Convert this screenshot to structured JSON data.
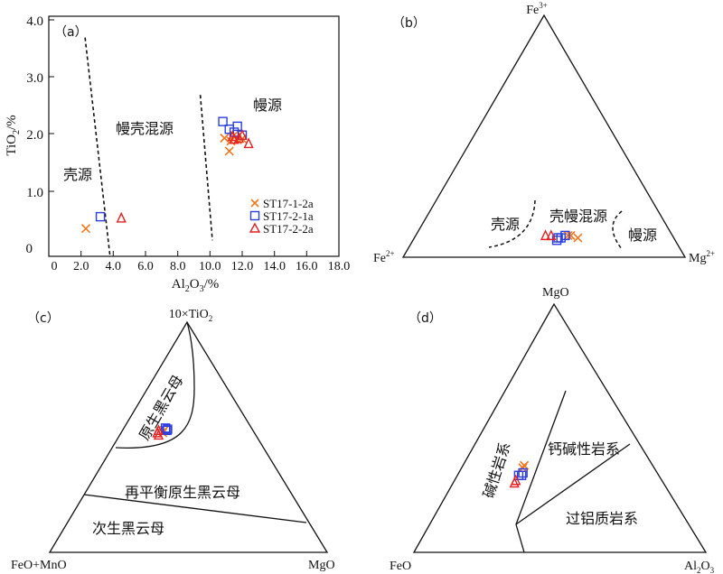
{
  "legend": {
    "entries": [
      {
        "name": "ST17-1-2a",
        "symbol": "cross",
        "color": "#f07820"
      },
      {
        "name": "ST17-2-1a",
        "symbol": "square",
        "color": "#2a3ee0"
      },
      {
        "name": "ST17-2-2a",
        "symbol": "triangle",
        "color": "#e42020"
      }
    ],
    "placement": "bottom-right of panel (a)"
  },
  "panels": {
    "a": {
      "label": "（a）",
      "xlabel_main": "Al",
      "xlabel_sub": "2",
      "xlabel_rest": "O",
      "xlabel_sub2": "3",
      "xlabel_unit": "/%",
      "ylabel_main": "TiO",
      "ylabel_sub": "2",
      "ylabel_unit": "/%",
      "xticks": [
        "2.0",
        "4.0",
        "6.0",
        "8.0",
        "10.0",
        "12.0",
        "14.0",
        "16.0",
        "18.0"
      ],
      "x0_label": "0",
      "yticks": [
        "1.0",
        "2.0",
        "3.0",
        "4.0"
      ],
      "y0_label": "0",
      "fields": [
        "壳源",
        "幔壳混源",
        "幔源"
      ]
    },
    "b": {
      "label": "（b）",
      "apex_top": "Fe",
      "apex_top_sup": "3+",
      "apex_left": "Fe",
      "apex_left_sup": "2+",
      "apex_right": "Mg",
      "apex_right_sup": "2+",
      "fields": [
        "壳源",
        "壳幔混源",
        "幔源"
      ]
    },
    "c": {
      "label": "（c）",
      "apex_top": "10×TiO",
      "apex_top_sub": "2",
      "apex_left": "FeO+MnO",
      "apex_right": "MgO",
      "fields": [
        "原生黑云母",
        "再平衡原生黑云母",
        "次生黑云母"
      ]
    },
    "d": {
      "label": "（d）",
      "apex_top": "MgO",
      "apex_left": "FeO",
      "apex_right": "Al",
      "apex_right_sub": "2",
      "apex_right_mid": "O",
      "apex_right_sub2": "3",
      "fields": [
        "碱性岩系",
        "钙碱性岩系",
        "过铝质岩系"
      ]
    }
  },
  "chart_data": [
    {
      "panel": "a",
      "type": "scatter",
      "title": "",
      "xlabel": "Al2O3/%",
      "ylabel": "TiO2/%",
      "xlim": [
        0,
        18
      ],
      "ylim": [
        0,
        4
      ],
      "grid": false,
      "series": [
        {
          "name": "ST17-1-2a",
          "symbol": "cross",
          "color": "#f07820",
          "points": [
            [
              2.3,
              0.47
            ],
            [
              10.9,
              2.0
            ],
            [
              11.2,
              1.78
            ],
            [
              11.3,
              1.95
            ],
            [
              11.5,
              2.05
            ],
            [
              11.7,
              1.97
            ],
            [
              12.0,
              1.99
            ]
          ]
        },
        {
          "name": "ST17-2-1a",
          "symbol": "square",
          "color": "#2a3ee0",
          "points": [
            [
              3.2,
              0.67
            ],
            [
              10.8,
              2.28
            ],
            [
              11.2,
              2.15
            ],
            [
              11.7,
              2.2
            ],
            [
              11.5,
              2.1
            ],
            [
              12.0,
              2.05
            ]
          ]
        },
        {
          "name": "ST17-2-2a",
          "symbol": "triangle",
          "color": "#e42020",
          "points": [
            [
              4.5,
              0.65
            ],
            [
              11.5,
              1.98
            ],
            [
              11.8,
              2.0
            ],
            [
              12.0,
              2.05
            ],
            [
              12.4,
              1.91
            ],
            [
              11.4,
              2.03
            ]
          ]
        }
      ],
      "boundaries": [
        [
          [
            2.25,
            3.7
          ],
          [
            3.8,
            0.0
          ]
        ],
        [
          [
            9.4,
            2.73
          ],
          [
            10.15,
            0.27
          ]
        ]
      ]
    },
    {
      "panel": "b",
      "type": "ternary",
      "components": [
        "Fe3+",
        "Fe2+",
        "Mg2+"
      ],
      "series": [
        {
          "name": "ST17-1-2a",
          "symbol": "cross",
          "color": "#f07820",
          "points": [
            [
              0.09,
              0.37,
              0.54
            ],
            [
              0.09,
              0.36,
              0.55
            ],
            [
              0.08,
              0.34,
              0.58
            ]
          ]
        },
        {
          "name": "ST17-2-1a",
          "symbol": "square",
          "color": "#2a3ee0",
          "points": [
            [
              0.07,
              0.42,
              0.51
            ],
            [
              0.08,
              0.4,
              0.52
            ],
            [
              0.09,
              0.38,
              0.53
            ],
            [
              0.08,
              0.41,
              0.51
            ]
          ]
        },
        {
          "name": "ST17-2-2a",
          "symbol": "triangle",
          "color": "#e42020",
          "points": [
            [
              0.09,
              0.45,
              0.46
            ],
            [
              0.09,
              0.43,
              0.48
            ]
          ]
        }
      ]
    },
    {
      "panel": "c",
      "type": "ternary",
      "components": [
        "10×TiO2",
        "FeO+MnO",
        "MgO"
      ],
      "series": [
        {
          "name": "ST17-1-2a",
          "symbol": "cross",
          "color": "#f07820",
          "points": [
            [
              0.53,
              0.32,
              0.15
            ],
            [
              0.52,
              0.33,
              0.15
            ]
          ]
        },
        {
          "name": "ST17-2-1a",
          "symbol": "square",
          "color": "#2a3ee0",
          "points": [
            [
              0.54,
              0.31,
              0.15
            ],
            [
              0.53,
              0.31,
              0.16
            ],
            [
              0.535,
              0.305,
              0.16
            ]
          ]
        },
        {
          "name": "ST17-2-2a",
          "symbol": "triangle",
          "color": "#e42020",
          "points": [
            [
              0.52,
              0.35,
              0.13
            ],
            [
              0.51,
              0.35,
              0.14
            ],
            [
              0.53,
              0.34,
              0.13
            ]
          ]
        }
      ]
    },
    {
      "panel": "d",
      "type": "ternary",
      "components": [
        "MgO",
        "FeO",
        "Al2O3"
      ],
      "series": [
        {
          "name": "ST17-1-2a",
          "symbol": "cross",
          "color": "#f07820",
          "points": [
            [
              0.34,
              0.45,
              0.21
            ],
            [
              0.35,
              0.44,
              0.21
            ]
          ]
        },
        {
          "name": "ST17-2-1a",
          "symbol": "square",
          "color": "#2a3ee0",
          "points": [
            [
              0.31,
              0.48,
              0.21
            ],
            [
              0.32,
              0.46,
              0.22
            ],
            [
              0.31,
              0.47,
              0.22
            ]
          ]
        },
        {
          "name": "ST17-2-2a",
          "symbol": "triangle",
          "color": "#e42020",
          "points": [
            [
              0.28,
              0.51,
              0.21
            ],
            [
              0.29,
              0.5,
              0.21
            ]
          ]
        }
      ]
    }
  ]
}
